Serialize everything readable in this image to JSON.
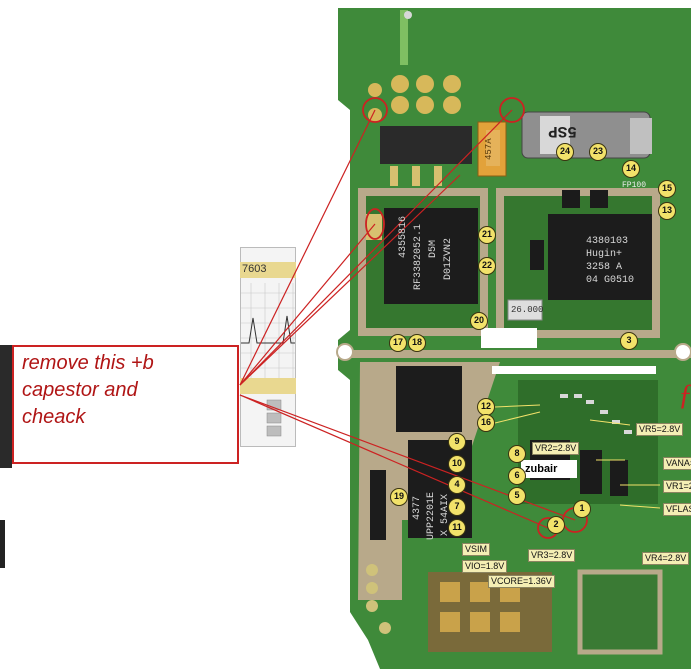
{
  "note": {
    "lines": [
      "remove this +b",
      "capestor and",
      "cheack"
    ]
  },
  "scope": {
    "label": "7603"
  },
  "chips": {
    "left_chip": [
      "4355816",
      "RF3382052.1",
      "D5M",
      "D01ZVN2"
    ],
    "hugin": [
      "4380103",
      "Hugin+",
      "3258 A",
      "04 G0510"
    ],
    "upp": [
      "4377",
      "UPP2201E",
      "X 54AIX"
    ],
    "osc": "26.000",
    "vib": "5SP",
    "coil": "457A",
    "fp100": "FP100"
  },
  "watermark": "zubair",
  "voltage_labels": [
    {
      "key": "vr5",
      "text": "VR5=2.8V"
    },
    {
      "key": "vr2",
      "text": "VR2=2.8V"
    },
    {
      "key": "vana",
      "text": "VANA="
    },
    {
      "key": "vr1",
      "text": "VR1=2"
    },
    {
      "key": "vflas",
      "text": "VFLAS"
    },
    {
      "key": "vsim",
      "text": "VSIM"
    },
    {
      "key": "vio",
      "text": "VIO=1.8V"
    },
    {
      "key": "vcore",
      "text": "VCORE=1.36V"
    },
    {
      "key": "vr3",
      "text": "VR3=2.8V"
    },
    {
      "key": "vr4",
      "text": "VR4=2.8V"
    }
  ],
  "test_points": [
    "24",
    "23",
    "14",
    "15",
    "13",
    "21",
    "22",
    "20",
    "3",
    "17",
    "18",
    "12",
    "16",
    "9",
    "10",
    "8",
    "6",
    "4",
    "5",
    "7",
    "11",
    "19",
    "1",
    "2"
  ],
  "colors": {
    "pcb": "#3f8a3a",
    "pcb_dark": "#2c6a2a",
    "shield": "#b8a98a",
    "chip": "#1c1c1c",
    "label_bg": "#f4eeb4",
    "annotation_red": "#cc2222"
  }
}
